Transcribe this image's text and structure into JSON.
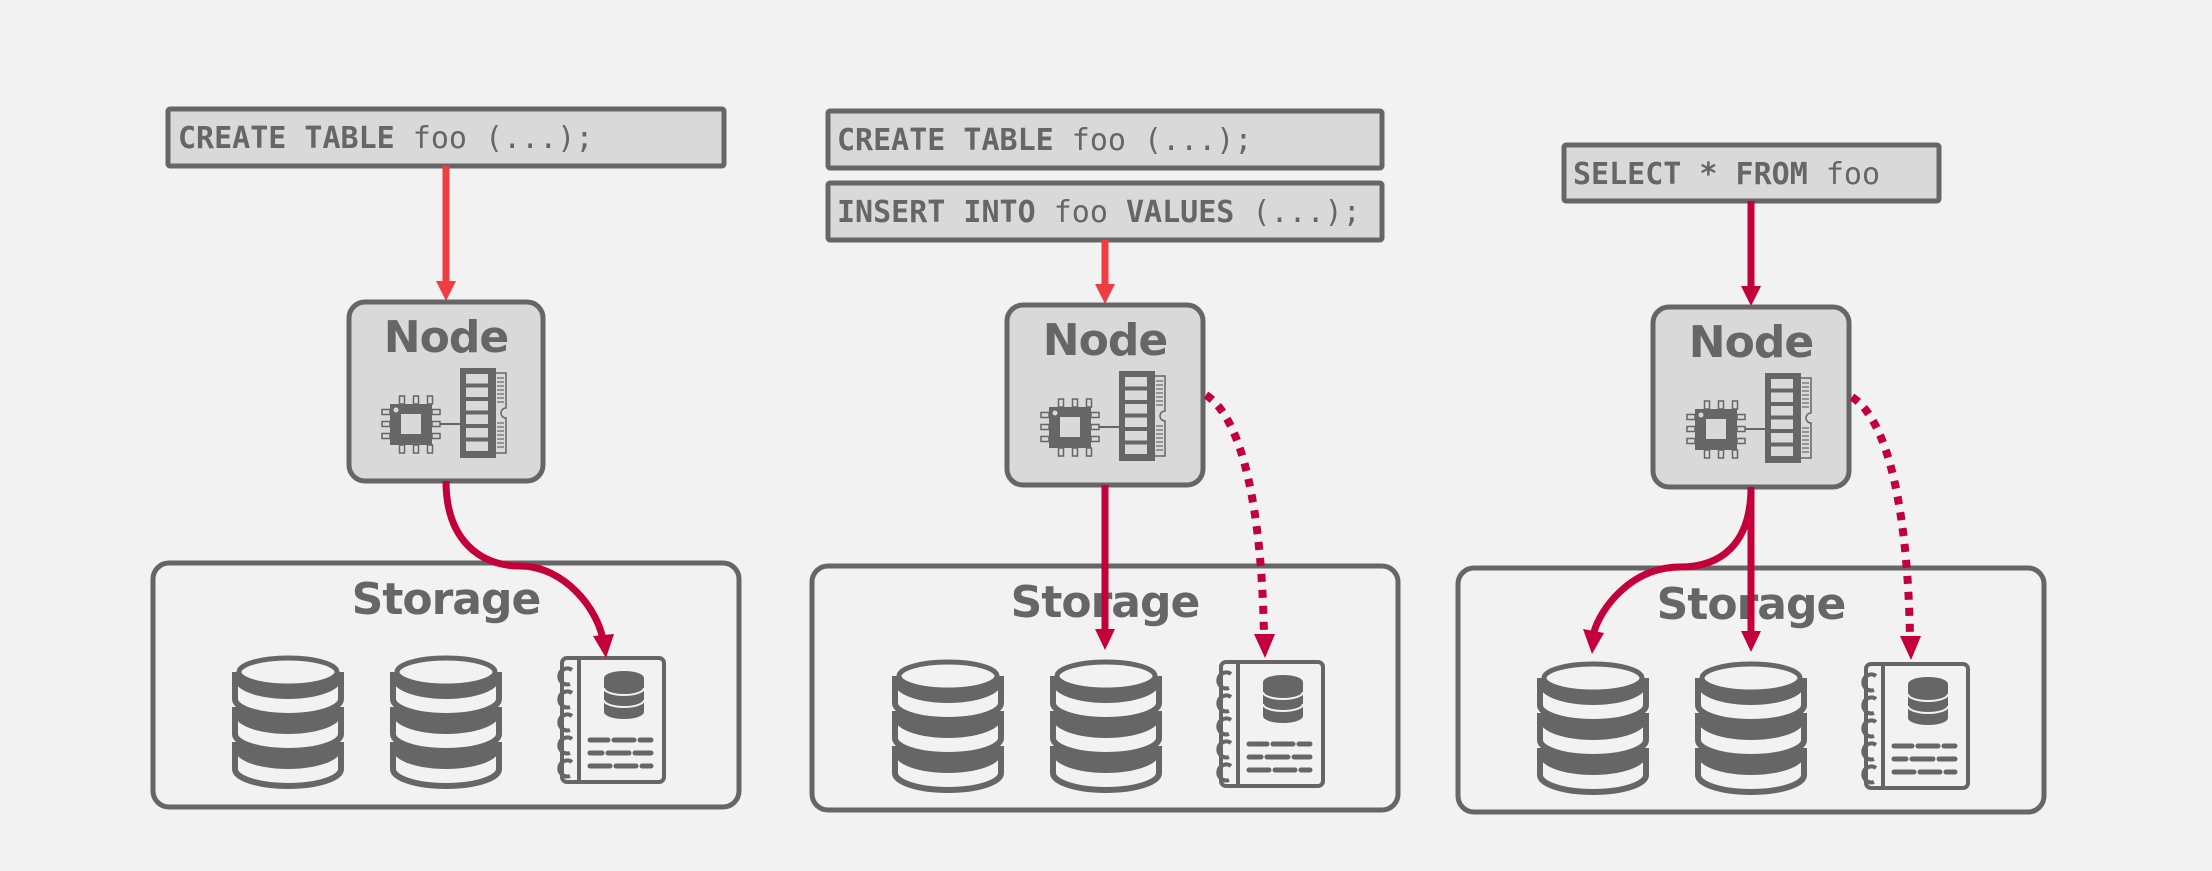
{
  "colors": {
    "background": "#f2f2f2",
    "box_fill": "#d9d9d9",
    "outline_gray": "#666666",
    "arrow_bright_red": "#ef3e42",
    "arrow_crimson": "#c4003a"
  },
  "panels": [
    {
      "queries": [
        {
          "parts": [
            {
              "t": "CREATE TABLE",
              "kw": true
            },
            {
              "t": " foo (...);",
              "kw": false
            }
          ]
        }
      ],
      "node_label": "Node",
      "storage_label": "Storage",
      "icons": [
        "cpu-icon",
        "memory-icon",
        "database-icon",
        "database-icon",
        "log-notebook-icon"
      ],
      "flows": [
        {
          "from": "query",
          "to": "node",
          "style": "solid",
          "color": "arrow_bright_red"
        },
        {
          "from": "node",
          "to": "log",
          "style": "solid-curved",
          "color": "arrow_crimson"
        }
      ]
    },
    {
      "queries": [
        {
          "parts": [
            {
              "t": "CREATE TABLE",
              "kw": true
            },
            {
              "t": " foo (...);",
              "kw": false
            }
          ]
        },
        {
          "parts": [
            {
              "t": "INSERT INTO",
              "kw": true
            },
            {
              "t": " foo ",
              "kw": false
            },
            {
              "t": "VALUES",
              "kw": true
            },
            {
              "t": " (...);",
              "kw": false
            }
          ]
        }
      ],
      "node_label": "Node",
      "storage_label": "Storage",
      "icons": [
        "cpu-icon",
        "memory-icon",
        "database-icon",
        "database-icon",
        "log-notebook-icon"
      ],
      "flows": [
        {
          "from": "query",
          "to": "node",
          "style": "solid",
          "color": "arrow_bright_red"
        },
        {
          "from": "node",
          "to": "database-2",
          "style": "solid",
          "color": "arrow_crimson"
        },
        {
          "from": "node",
          "to": "log",
          "style": "dotted",
          "color": "arrow_crimson"
        }
      ]
    },
    {
      "queries": [
        {
          "parts": [
            {
              "t": "SELECT * FROM",
              "kw": true,
              "mixed": true
            },
            {
              "t": " foo",
              "kw": false
            }
          ]
        }
      ],
      "node_label": "Node",
      "storage_label": "Storage",
      "icons": [
        "cpu-icon",
        "memory-icon",
        "database-icon",
        "database-icon",
        "log-notebook-icon"
      ],
      "flows": [
        {
          "from": "query",
          "to": "node",
          "style": "solid",
          "color": "arrow_crimson"
        },
        {
          "from": "node",
          "to": "database-1",
          "style": "solid-curved",
          "color": "arrow_crimson"
        },
        {
          "from": "node",
          "to": "database-2",
          "style": "solid",
          "color": "arrow_crimson"
        },
        {
          "from": "node",
          "to": "log",
          "style": "dotted",
          "color": "arrow_crimson"
        }
      ]
    }
  ]
}
